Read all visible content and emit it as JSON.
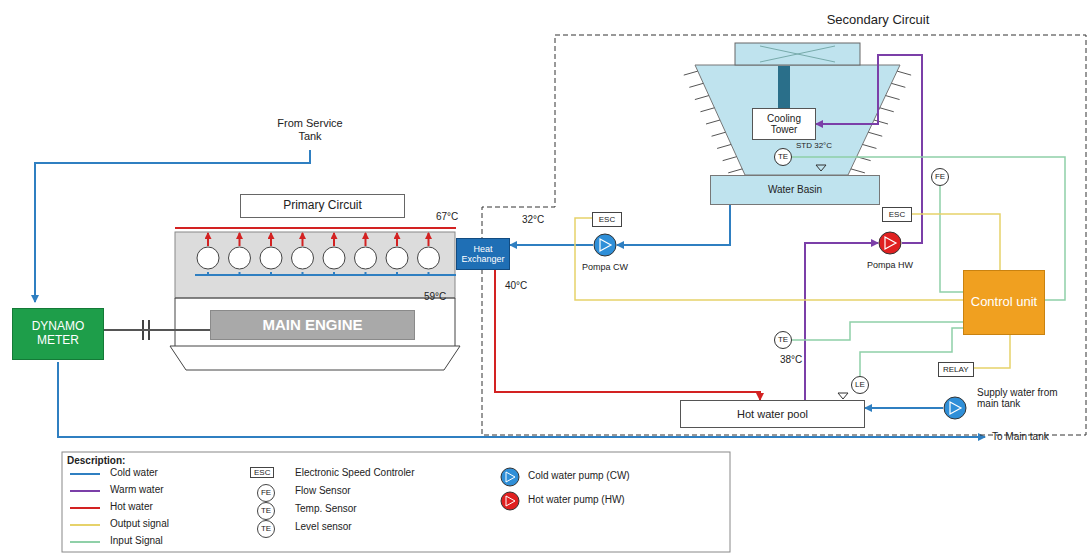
{
  "diagram": {
    "nodes": [
      {
        "text": [
          "Secondary Circuit"
        ]
      },
      {
        "text": [
          "Cooling Tower"
        ],
        "in": 0
      },
      {
        "text": [
          "TE"
        ],
        "in": 0
      },
      {
        "text": [
          "Water Basin"
        ],
        "in": 0
      },
      {
        "text": [
          "FE"
        ],
        "in": 0
      },
      {
        "text": [
          "Primary Circuit"
        ]
      },
      {
        "text": [
          "ESC"
        ],
        "in": 0
      },
      {
        "text": [
          "ESC"
        ],
        "in": 0
      },
      {
        "text": [
          "Heat Exchanger"
        ]
      },
      {
        "text": [
          "Pompa CW"
        ],
        "in": 0
      },
      {
        "text": [
          "Pompa HW"
        ],
        "in": 0
      },
      {
        "text": [
          "DYNAMO METER"
        ]
      },
      {
        "text": [
          "MAIN ENGINE"
        ]
      },
      {
        "text": [
          "Control unit"
        ],
        "in": 0
      },
      {
        "text": [
          "TE"
        ],
        "in": 0
      },
      {
        "text": [
          "RELAY"
        ],
        "in": 0
      },
      {
        "text": [
          "LE"
        ],
        "in": 0
      },
      {
        "text": [
          "Supply water from main tank"
        ],
        "in": 0
      },
      {
        "text": [
          "Hot water pool"
        ],
        "in": 0
      }
    ],
    "edges": [
      {
        "from": 3,
        "to": 9,
        "arrow": "to"
      },
      {
        "from": 9,
        "to": 8,
        "arrow": "to"
      },
      {
        "from": 8,
        "to": 18,
        "arrow": "to"
      },
      {
        "from": 18,
        "to": 10,
        "arrow": "to"
      },
      {
        "from": 10,
        "to": 1,
        "arrow": "to"
      },
      {
        "from": 17,
        "to": 18,
        "arrow": "to"
      },
      {
        "from": 11,
        "to": 12,
        "arrow": "none"
      },
      {
        "from": 2,
        "to": 13,
        "arrow": "none"
      },
      {
        "from": 4,
        "to": 13,
        "arrow": "none"
      },
      {
        "from": 14,
        "to": 13,
        "arrow": "none"
      },
      {
        "from": 16,
        "to": 13,
        "arrow": "none"
      },
      {
        "from": 13,
        "to": 6,
        "arrow": "none"
      },
      {
        "from": 13,
        "to": 7,
        "arrow": "none"
      },
      {
        "from": 13,
        "to": 15,
        "arrow": "none"
      }
    ],
    "labels": [
      "From Service Tank",
      "67°C",
      "32°C",
      "STD 32°C",
      "59°C",
      "40°C",
      "38°C",
      "To Main tank",
      "Description:",
      "ESC",
      "FE",
      "TE",
      "TE"
    ],
    "legend": [
      {
        "text": "Cold water"
      },
      {
        "text": "Warm water"
      },
      {
        "text": "Hot water"
      },
      {
        "text": "Output signal"
      },
      {
        "text": "Input Signal"
      },
      {
        "text": "Electronic Speed Controler"
      },
      {
        "text": "Flow Sensor"
      },
      {
        "text": "Temp. Sensor"
      },
      {
        "text": "Level sensor"
      },
      {
        "text": "Cold water pump (CW)"
      },
      {
        "text": "Hot water pump (HW)"
      }
    ]
  }
}
